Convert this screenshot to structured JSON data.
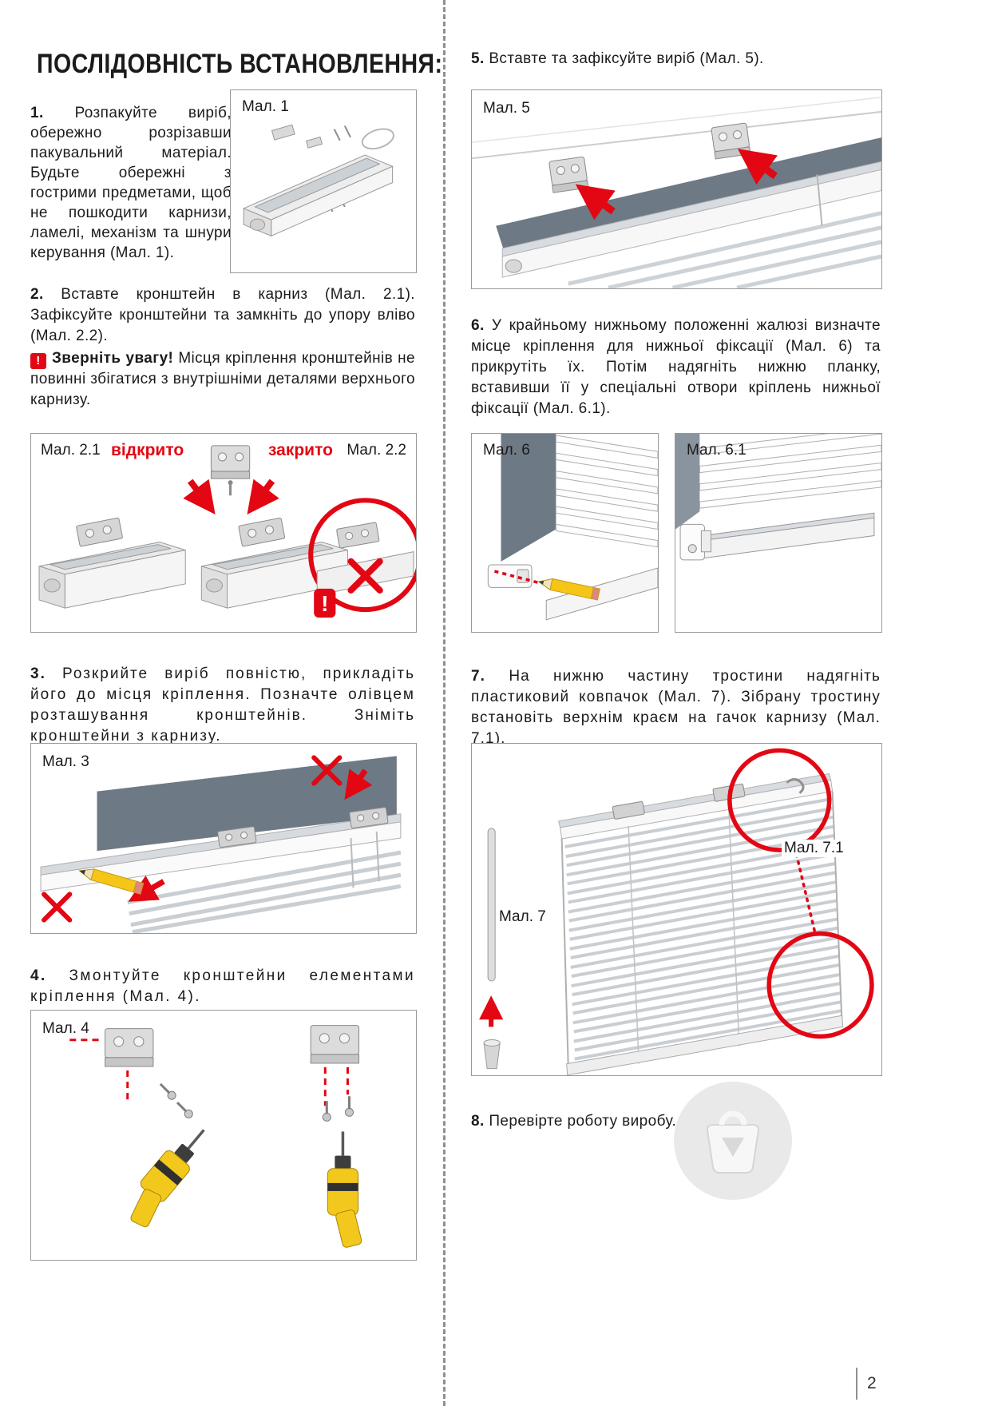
{
  "page": {
    "title": "ПОСЛІДОВНІСТЬ ВСТАНОВЛЕННЯ:",
    "number": "2"
  },
  "steps": {
    "s1": {
      "num": "1.",
      "text": "Розпакуйте виріб, обережно розрізавши пакувальний матеріал. Будьте обережні з гострими предметами, щоб не пошкодити карнизи, ламелі, механізм та шнури керування (Мал. 1)."
    },
    "s2": {
      "num": "2.",
      "text": "Вставте кронштейн в карниз (Мал. 2.1). Зафіксуйте кронштейни та замкніть до упору вліво (Мал. 2.2)."
    },
    "s2_warning": {
      "mark": "!",
      "label": "Зверніть увагу!",
      "text": "Місця кріплення кронштейнів не повинні збігатися з внутрішніми деталями верхнього карнизу."
    },
    "s3": {
      "num": "3.",
      "text": "Розкрийте виріб повністю, прикладіть його до місця кріплення. Позначте олівцем розташування кронштейнів. Зніміть кронштейни з карнизу."
    },
    "s4": {
      "num": "4.",
      "text": "Змонтуйте кронштейни елементами кріплення (Мал. 4)."
    },
    "s5": {
      "num": "5.",
      "text": "Вставте та зафіксуйте виріб (Мал. 5)."
    },
    "s6": {
      "num": "6.",
      "text": "У крайньому нижньому положенні жалюзі визначте місце кріплення для нижньої фіксації (Мал. 6) та прикрутіть їх. Потім надягніть нижню планку, вставивши її у спеціальні отвори кріплень нижньої фіксації (Мал. 6.1)."
    },
    "s7": {
      "num": "7.",
      "text": "На нижню частину тростини надягніть пластиковий ковпачок (Мал. 7). Зібрану тростину встановіть верхнім краєм на гачок карнизу (Мал. 7.1)."
    },
    "s8": {
      "num": "8.",
      "text": "Перевірте роботу виробу."
    }
  },
  "figures": {
    "f1": {
      "label": "Мал. 1"
    },
    "f2": {
      "label_left": "Мал. 2.1",
      "open": "відкрито",
      "closed": "закрито",
      "label_right": "Мал. 2.2",
      "warning_mark": "!"
    },
    "f3": {
      "label": "Мал. 3"
    },
    "f4": {
      "label": "Мал. 4"
    },
    "f5": {
      "label": "Мал. 5"
    },
    "f6": {
      "label": "Мал. 6"
    },
    "f6_1": {
      "label": "Мал. 6.1"
    },
    "f7": {
      "label": "Мал. 7",
      "label_sub": "Мал. 7.1"
    }
  },
  "colors": {
    "accent_red": "#e30613",
    "figure_border": "#999999",
    "window_gray": "#6d7984"
  }
}
